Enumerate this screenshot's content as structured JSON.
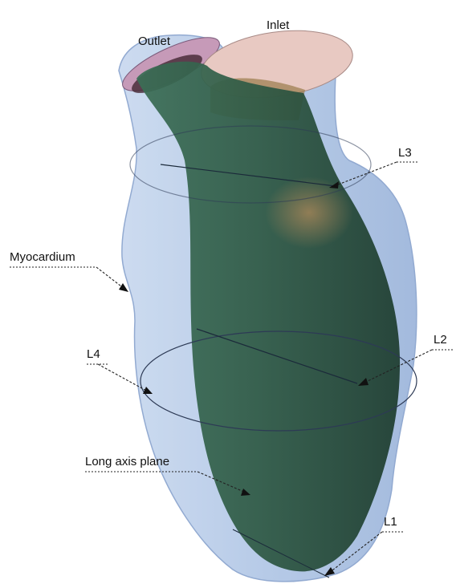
{
  "labels": {
    "outlet": "Outlet",
    "inlet": "Inlet",
    "myocardium": "Myocardium",
    "long_axis_plane": "Long axis plane",
    "l1": "L1",
    "l2": "L2",
    "l3": "L3",
    "l4": "L4"
  },
  "colors": {
    "myocardium_fill": "#b9cde6",
    "ventricle_fill": "#2f5a45",
    "inlet_fill": "#e8c9c2",
    "outlet_fill": "#c69ab8"
  }
}
